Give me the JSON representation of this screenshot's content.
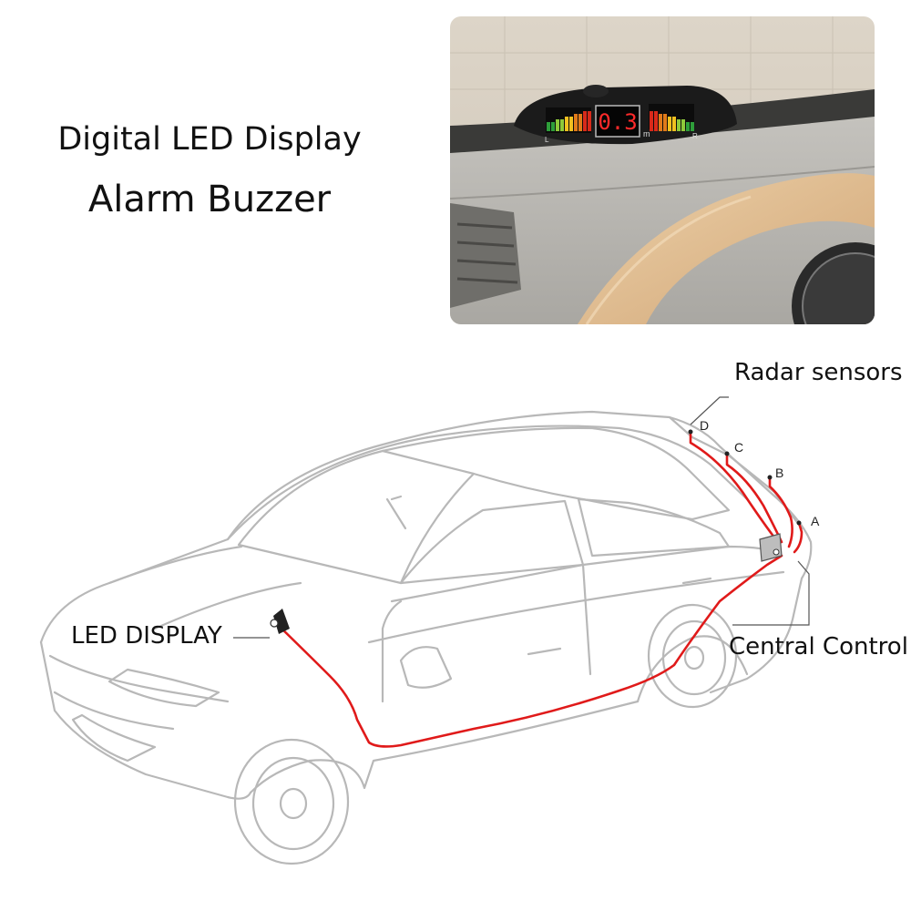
{
  "headline": {
    "line1": "Digital LED Display",
    "line2": "Alarm Buzzer"
  },
  "photo": {
    "display_reading": "0.3",
    "unit": "m",
    "left_mark": "L",
    "right_mark": "R",
    "bar_colors": [
      "#2e9e3a",
      "#8fc93a",
      "#f0c020",
      "#e07a1a",
      "#d92a1a"
    ]
  },
  "diagram": {
    "labels": {
      "radar_sensors": "Radar sensors",
      "led_display": "LED DISPLAY",
      "central_control": "Central Control"
    },
    "sensors": [
      "D",
      "C",
      "B",
      "A"
    ],
    "wire_color": "#e01a1a",
    "car_outline_color": "#b8b8b8"
  }
}
